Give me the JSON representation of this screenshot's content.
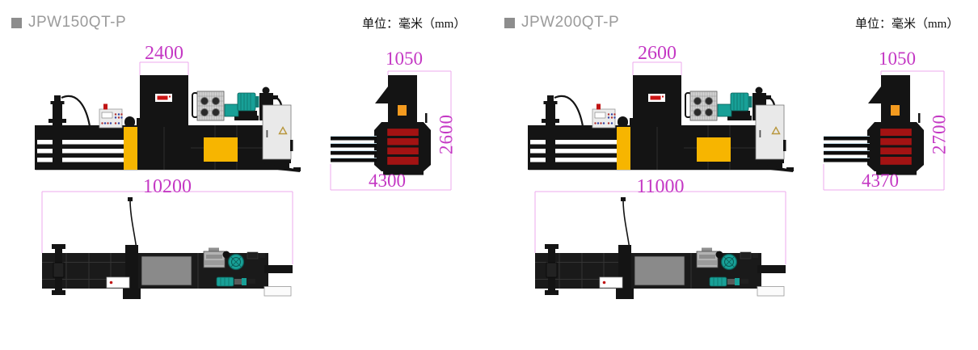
{
  "colors": {
    "dimension_text": "#c438c4",
    "dimension_line": "#eeaaee",
    "machine_black": "#141414",
    "accent_yellow": "#f7b500",
    "motor_teal": "#18a097",
    "bale_red": "#a31313",
    "hatch_orange": "#f49b1f",
    "cabinet_gray": "#e9e9e9",
    "title_gray": "#9b9b9b"
  },
  "icons": {
    "model_bullet": "gray-square",
    "warning_triangle": "hollow-yellow-triangle"
  },
  "models": [
    {
      "name": "JPW150QT-P",
      "unit_label": "单位：毫米（mm）",
      "dimensions": {
        "hopper_top_width": "2400",
        "feed_opening_width": "1050",
        "overall_height": "2600",
        "cross_section_length": "4300",
        "overall_length": "10200"
      }
    },
    {
      "name": "JPW200QT-P",
      "unit_label": "单位：毫米（mm）",
      "dimensions": {
        "hopper_top_width": "2600",
        "feed_opening_width": "1050",
        "overall_height": "2700",
        "cross_section_length": "4370",
        "overall_length": "11000"
      }
    }
  ]
}
